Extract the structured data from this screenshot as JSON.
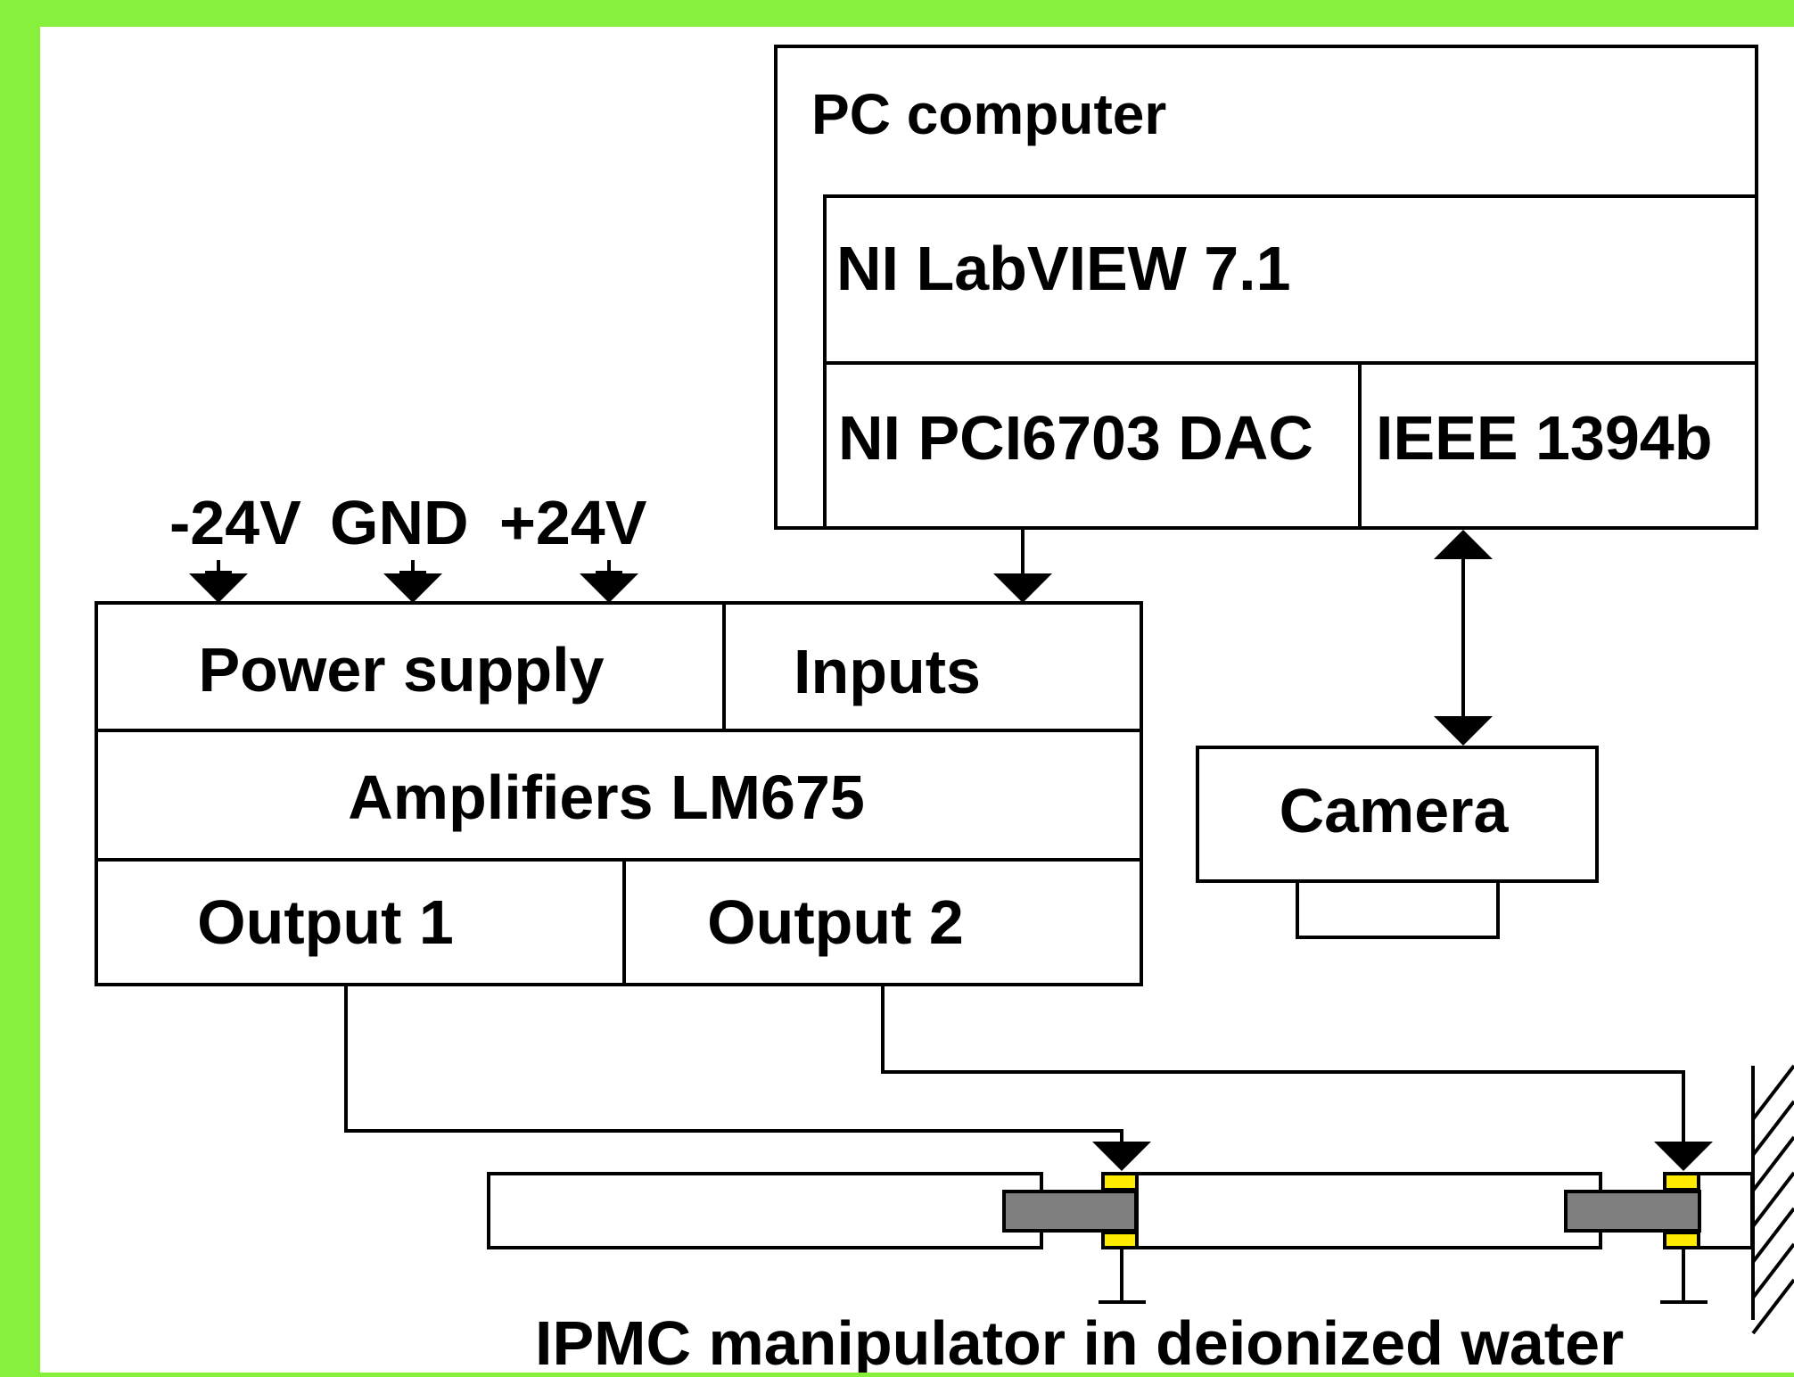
{
  "colors": {
    "frame": "#86f03c",
    "background": "#ffffff",
    "line": "#000000",
    "clamp": "#ffeb00",
    "electrode": "#7f7f7f"
  },
  "pc": {
    "title": "PC computer",
    "software": "NI LabVIEW 7.1",
    "dac": "NI PCI6703 DAC",
    "ieee": "IEEE 1394b"
  },
  "power": {
    "neg": "-24V",
    "gnd": "GND",
    "pos": "+24V"
  },
  "amp": {
    "power_supply": "Power supply",
    "inputs": "Inputs",
    "amplifiers": "Amplifiers LM675",
    "output1": "Output 1",
    "output2": "Output 2"
  },
  "camera": {
    "label": "Camera"
  },
  "manipulator": {
    "label": "IPMC manipulator in deionized water"
  }
}
